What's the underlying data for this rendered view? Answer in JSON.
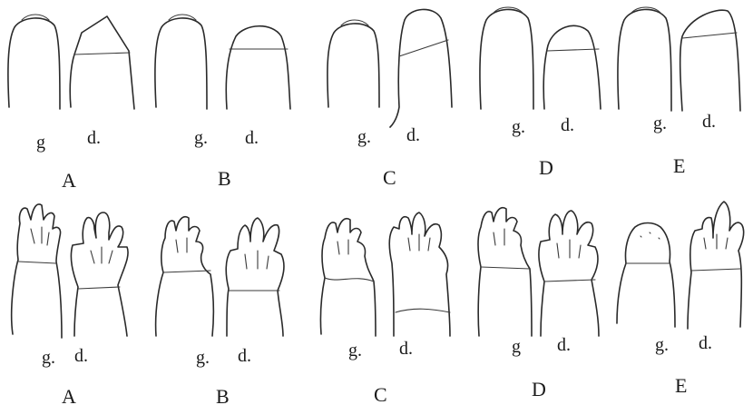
{
  "rows": [
    {
      "panels": [
        {
          "letter": "A",
          "left_label": "g",
          "right_label": "d."
        },
        {
          "letter": "B",
          "left_label": "g.",
          "right_label": "d."
        },
        {
          "letter": "C",
          "left_label": "g.",
          "right_label": "d."
        },
        {
          "letter": "D",
          "left_label": "g.",
          "right_label": "d."
        },
        {
          "letter": "E",
          "left_label": "g.",
          "right_label": "d."
        }
      ]
    },
    {
      "panels": [
        {
          "letter": "A",
          "left_label": "g.",
          "right_label": "d."
        },
        {
          "letter": "B",
          "left_label": "g.",
          "right_label": "d."
        },
        {
          "letter": "C",
          "left_label": "g.",
          "right_label": "d."
        },
        {
          "letter": "D",
          "left_label": "g",
          "right_label": "d."
        },
        {
          "letter": "E",
          "left_label": "g.",
          "right_label": "d."
        }
      ]
    }
  ]
}
